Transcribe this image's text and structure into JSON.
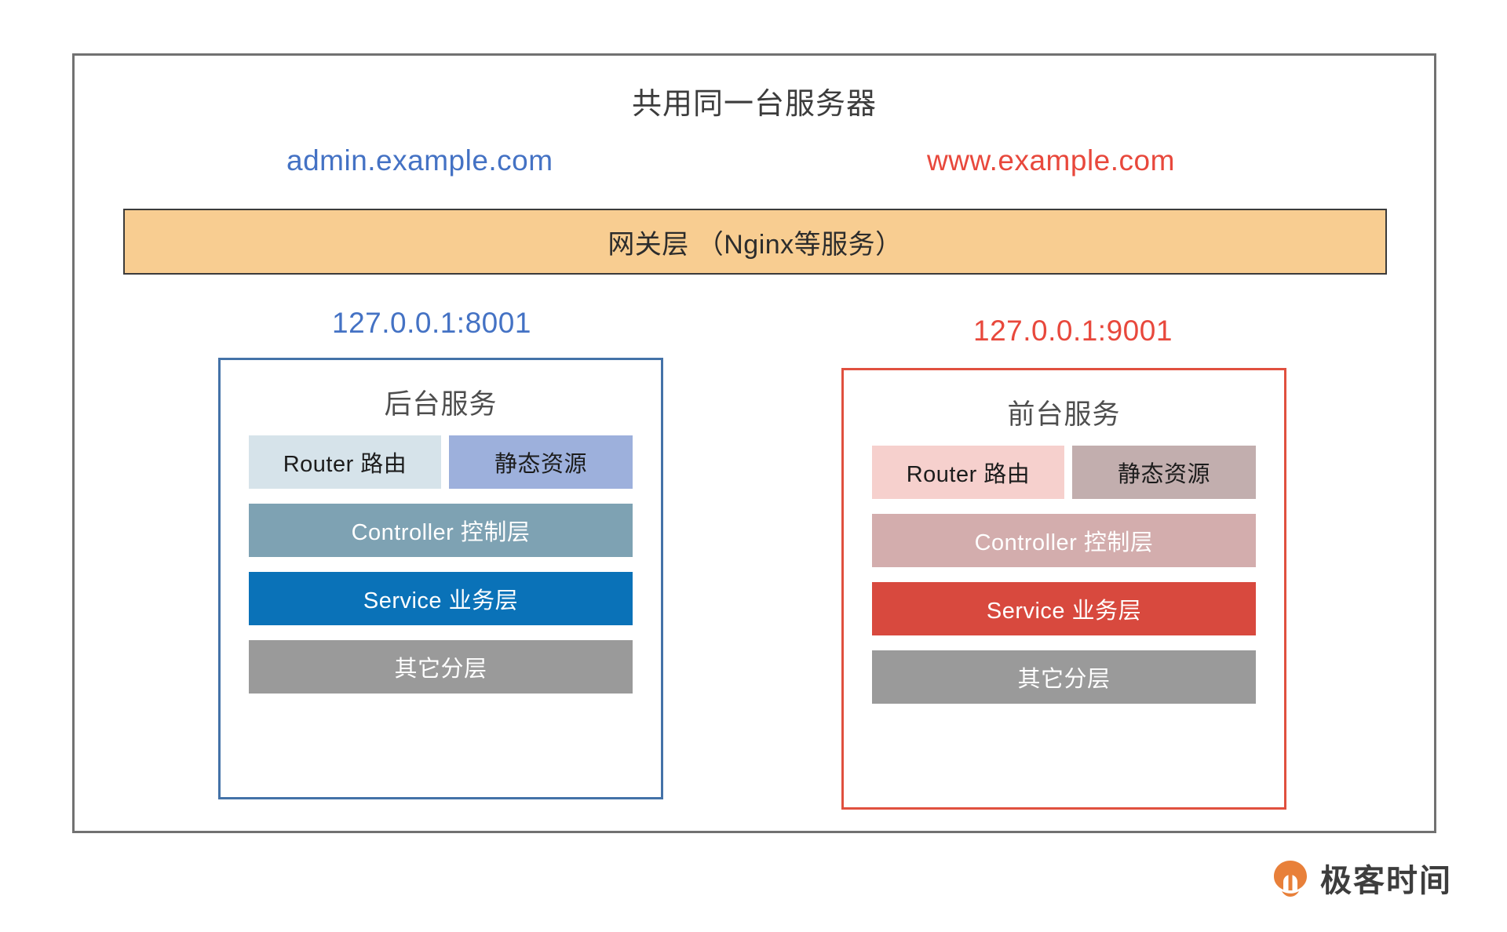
{
  "diagram": {
    "server_frame": {
      "title": "共用同一台服务器"
    },
    "domains": {
      "admin": {
        "label": "admin.example.com",
        "color": "#4472c4"
      },
      "www": {
        "label": "www.example.com",
        "color": "#e8483c"
      }
    },
    "gateway": {
      "label": "网关层 （Nginx等服务）",
      "fill": "#f8cd91",
      "border": "#3b3b3b"
    },
    "panels": [
      {
        "id": "admin-service",
        "port": "127.0.0.1:8001",
        "port_color": "#4472c4",
        "title": "后台服务",
        "border_color": "#4472a8",
        "layers": [
          {
            "label": "Router 路由",
            "fill": "#d6e3ea",
            "text": "#1c1c1c"
          },
          {
            "label": "静态资源",
            "fill": "#9db0dc",
            "text": "#1c1c1c"
          },
          {
            "label": "Controller 控制层",
            "fill": "#7ea2b3",
            "text": "#ffffff"
          },
          {
            "label": "Service 业务层",
            "fill": "#0a72b8",
            "text": "#ffffff"
          },
          {
            "label": "其它分层",
            "fill": "#9a9a9a",
            "text": "#ffffff"
          }
        ]
      },
      {
        "id": "www-service",
        "port": "127.0.0.1:9001",
        "port_color": "#e8483c",
        "title": "前台服务",
        "border_color": "#e0503f",
        "layers": [
          {
            "label": "Router 路由",
            "fill": "#f6d0cd",
            "text": "#1c1c1c"
          },
          {
            "label": "静态资源",
            "fill": "#c2aeae",
            "text": "#1c1c1c"
          },
          {
            "label": "Controller 控制层",
            "fill": "#d3adad",
            "text": "#ffffff"
          },
          {
            "label": "Service 业务层",
            "fill": "#d8493e",
            "text": "#ffffff"
          },
          {
            "label": "其它分层",
            "fill": "#9a9a9a",
            "text": "#ffffff"
          }
        ]
      }
    ],
    "footer": {
      "logo_text": "极客时间",
      "logo_color": "#e8803a"
    }
  }
}
